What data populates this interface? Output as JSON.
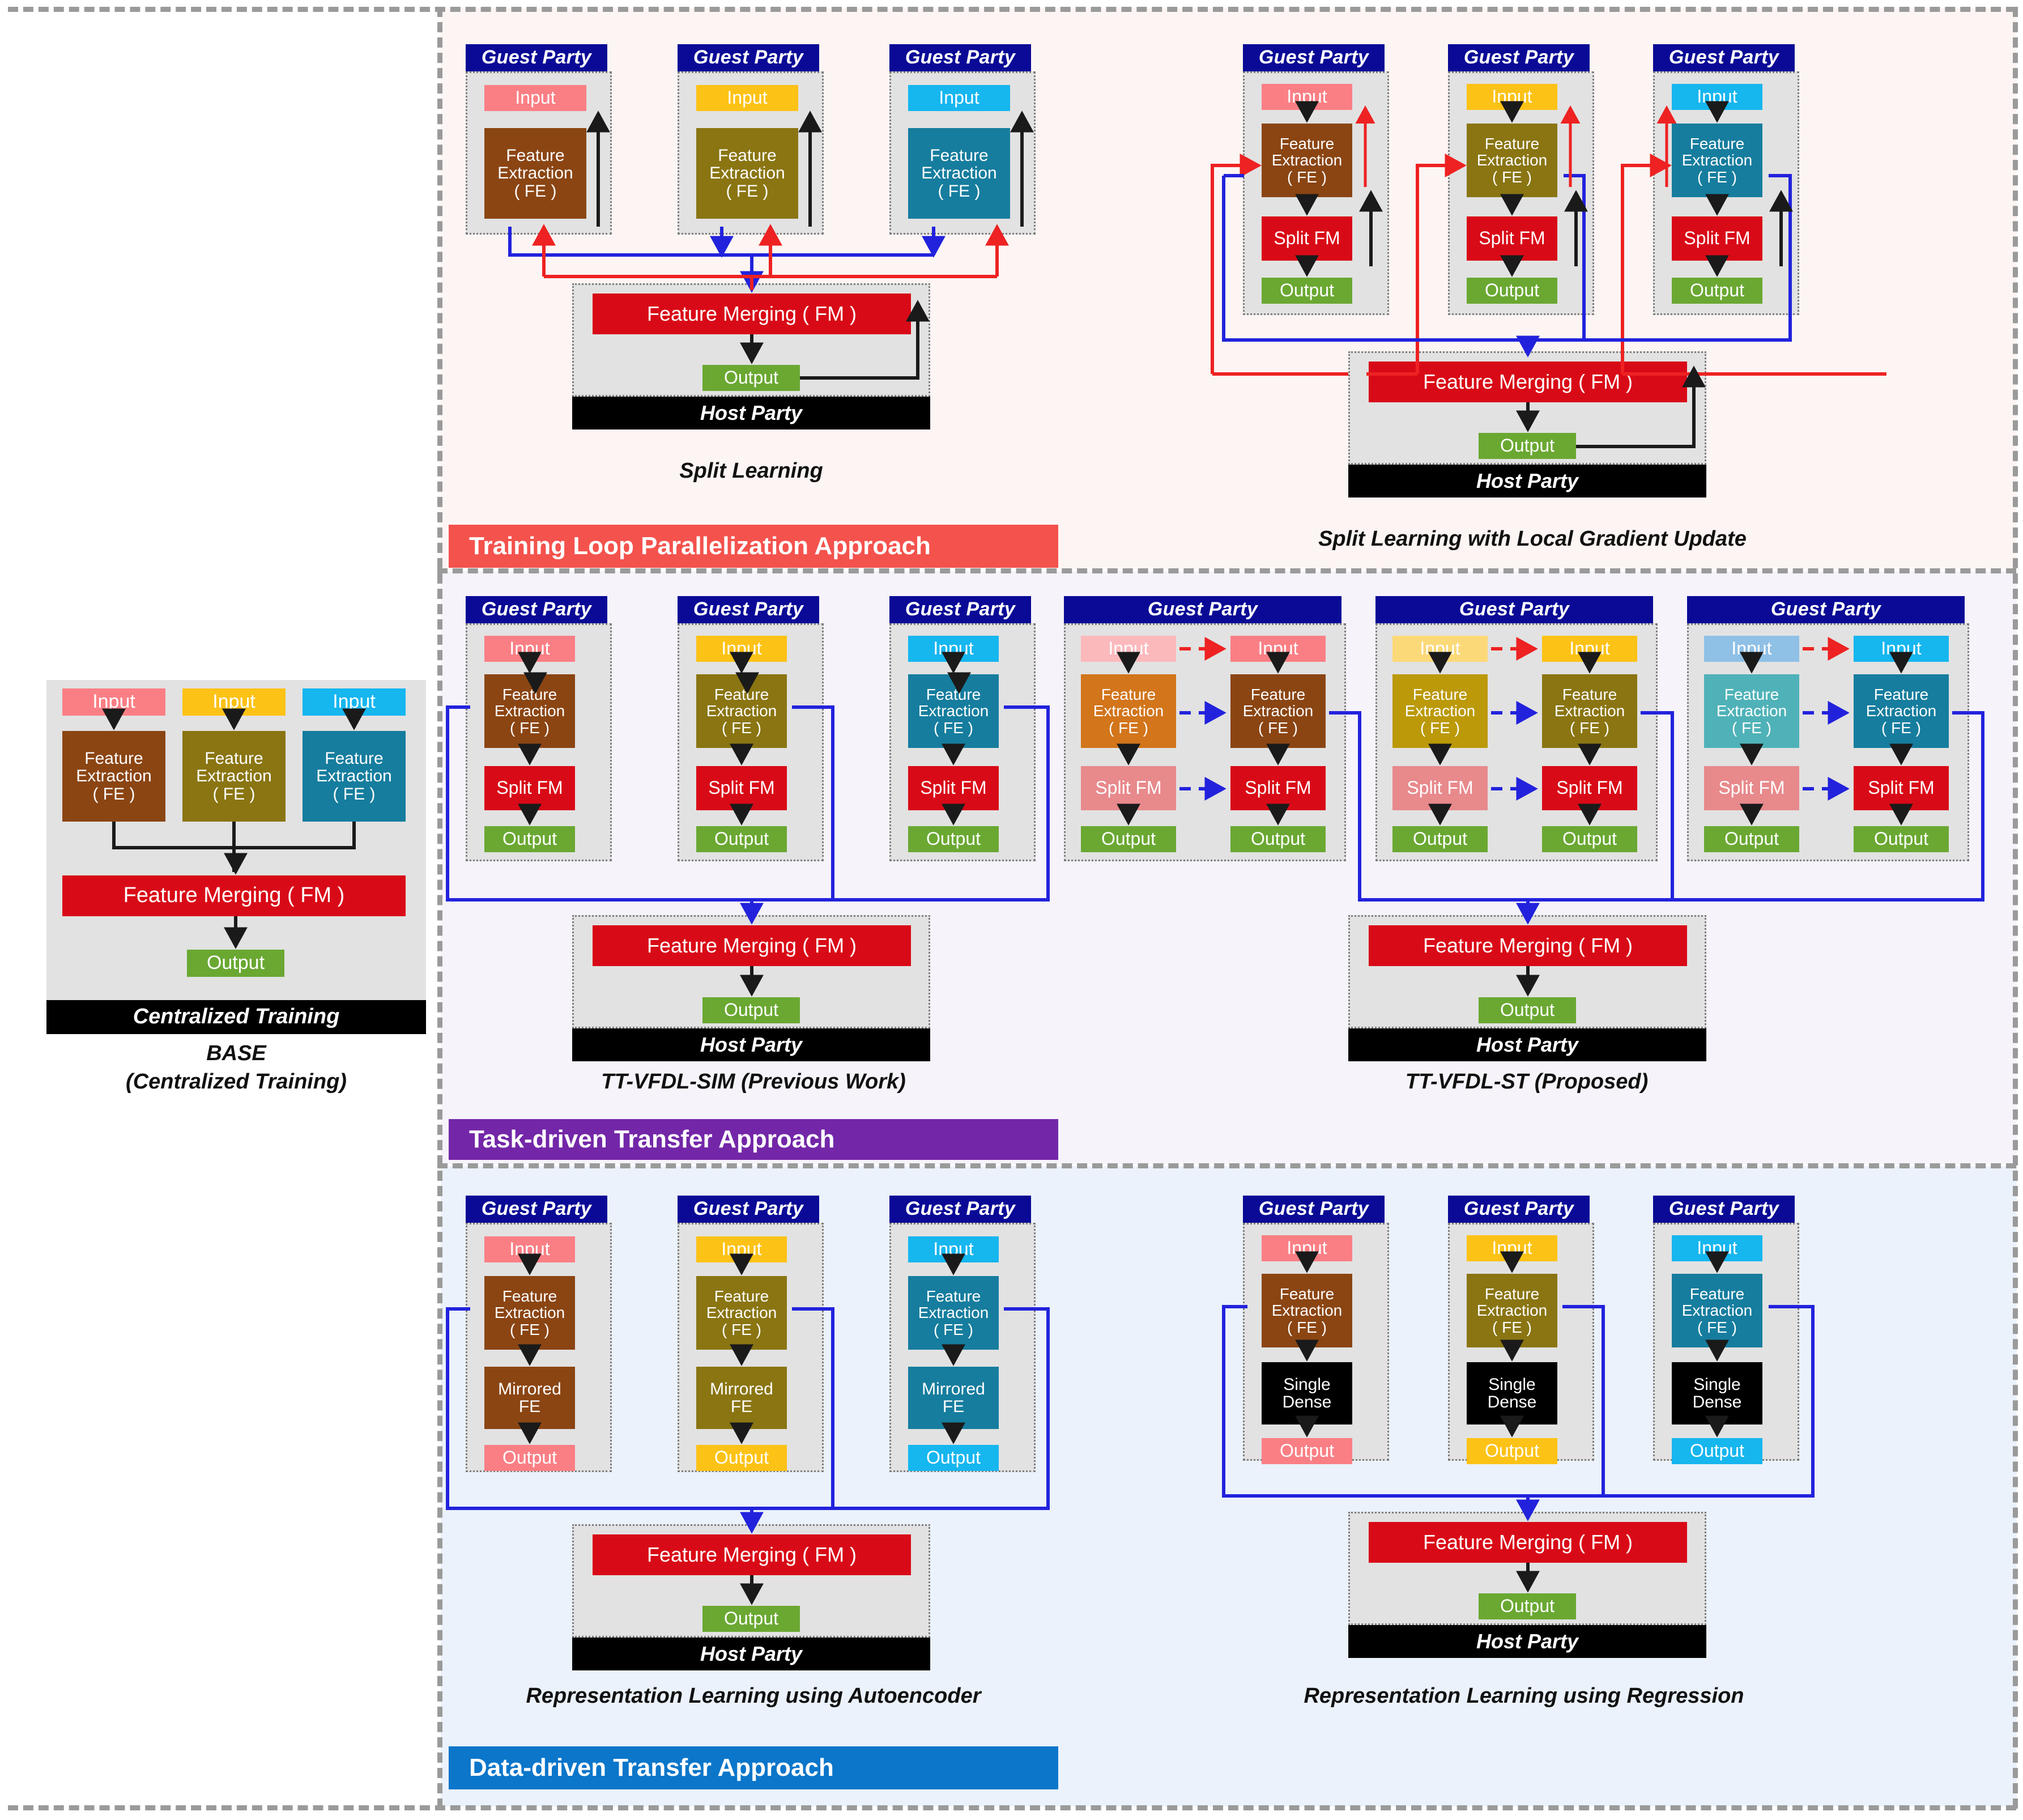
{
  "labels": {
    "guest_party": "Guest Party",
    "host_party": "Host Party",
    "centralized_training": "Centralized Training",
    "input": "Input",
    "output": "Output",
    "feature_extraction": "Feature\nExtraction\n( FE )",
    "split_fm": "Split FM",
    "feature_merging": "Feature Merging ( FM )",
    "mirrored_fe": "Mirrored\nFE",
    "single_dense": "Single\nDense"
  },
  "base_panel": {
    "caption_line1": "BASE",
    "caption_line2": "(Centralized Training)",
    "footer": "Centralized Training"
  },
  "panels": {
    "split_learning": {
      "caption": "Split Learning"
    },
    "split_learning_lgu": {
      "caption": "Split Learning with Local Gradient Update"
    },
    "tt_vfdl_sim": {
      "caption": "TT-VFDL-SIM (Previous Work)"
    },
    "tt_vfdl_st": {
      "caption": "TT-VFDL-ST (Proposed)"
    },
    "rep_autoencoder": {
      "caption": "Representation Learning using Autoencoder"
    },
    "rep_regression": {
      "caption": "Representation Learning using Regression"
    }
  },
  "banners": [
    {
      "id": "training-loop",
      "label": "Training Loop Parallelization Approach",
      "color": "#f4524d"
    },
    {
      "id": "task-driven",
      "label": "Task-driven Transfer Approach",
      "color": "#7327a8"
    },
    {
      "id": "data-driven",
      "label": "Data-driven Transfer Approach",
      "color": "#0b76ca"
    }
  ],
  "colors": {
    "guest_header": "#0a0a96",
    "host_bar": "#000000",
    "party_bg": "#e2e2e2",
    "input_pink": "#fa7f85",
    "input_yellow": "#fdc216",
    "input_cyan": "#16b6ef",
    "input_pink_pale": "#fcb9bc",
    "input_yellow_pale": "#fcd978",
    "input_cyan_pale": "#8fc0e6",
    "fe_brown": "#8b4513",
    "fe_olive": "#8a7512",
    "fe_teal": "#167d9e",
    "fe_brown_pale": "#d2751b",
    "fe_olive_pale": "#bb9908",
    "fe_teal_pale": "#4fb2b8",
    "red": "#d90a17",
    "red_pale": "#e8898c",
    "green": "#6aa832",
    "band_top": "#fdf5f3",
    "band_mid": "#f6f3fb",
    "band_bot": "#ebf2fb",
    "arrow_black": "#1a1a1a",
    "arrow_blue": "#2222dd",
    "arrow_red": "#ee2222",
    "dash_gray": "#9a9a9a"
  }
}
